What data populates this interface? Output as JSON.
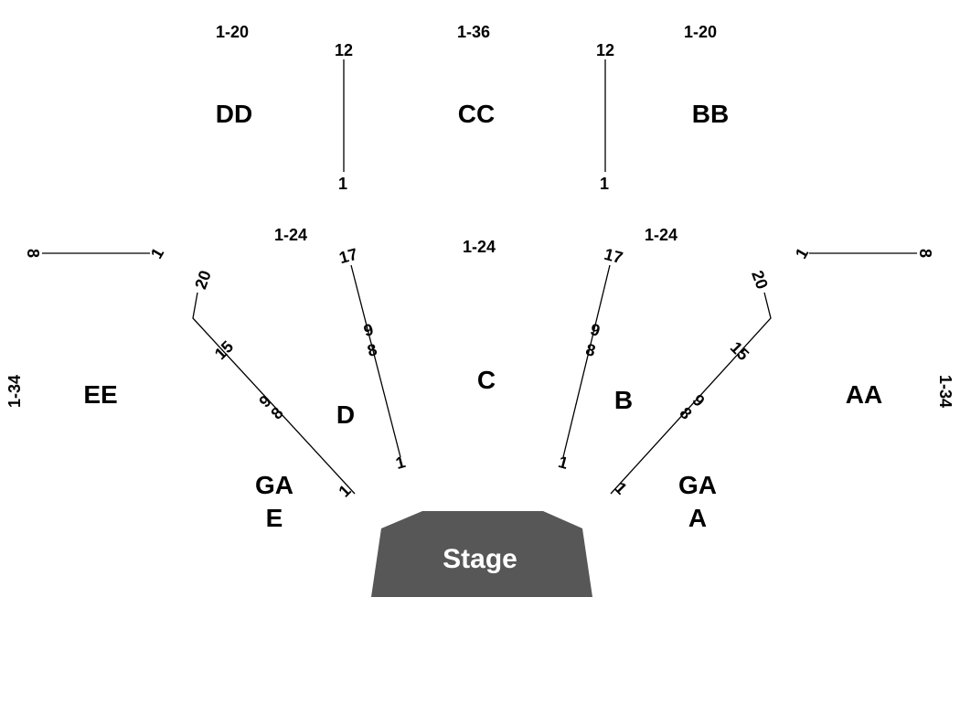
{
  "sections": {
    "dd": "DD",
    "cc": "CC",
    "bb": "BB",
    "ee": "EE",
    "d": "D",
    "c": "C",
    "b": "B",
    "aa": "AA",
    "ga_e_1": "GA",
    "ga_e_2": "E",
    "ga_a_1": "GA",
    "ga_a_2": "A"
  },
  "seat_ranges": {
    "dd": "1-20",
    "cc": "1-36",
    "bb": "1-20",
    "d": "1-24",
    "c": "1-24",
    "b": "1-24",
    "ee": "1-34",
    "aa": "1-34"
  },
  "row_markers": {
    "upper_left_top": "12",
    "upper_left_bottom": "1",
    "upper_right_top": "12",
    "upper_right_bottom": "1",
    "ee_top_left": "8",
    "ee_top_right": "1",
    "aa_top_left": "1",
    "aa_top_right": "8",
    "ga_e_20": "20",
    "ga_e_15": "15",
    "ga_e_9": "9",
    "ga_e_8": "8",
    "ga_e_1": "1",
    "d_17": "17",
    "d_9": "9",
    "d_8": "8",
    "d_1": "1",
    "b_17": "17",
    "b_9": "9",
    "b_8": "8",
    "b_1": "1",
    "ga_a_20": "20",
    "ga_a_15": "15",
    "ga_a_9": "9",
    "ga_a_8": "8",
    "ga_a_1": "1"
  },
  "stage": {
    "label": "Stage",
    "color": "#575757"
  }
}
